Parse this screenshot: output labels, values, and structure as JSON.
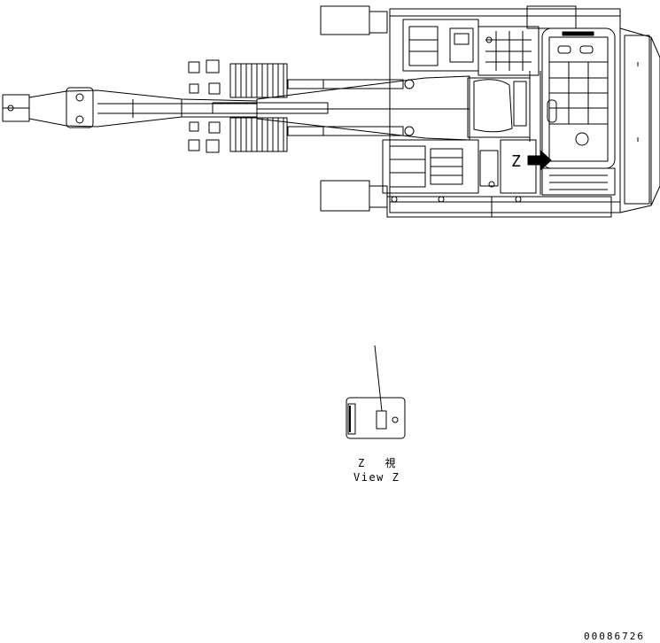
{
  "drawing": {
    "view_marker": "Z",
    "view_caption_jp": "Z 視",
    "view_caption_en": "View Z",
    "drawing_number": "00086726"
  }
}
